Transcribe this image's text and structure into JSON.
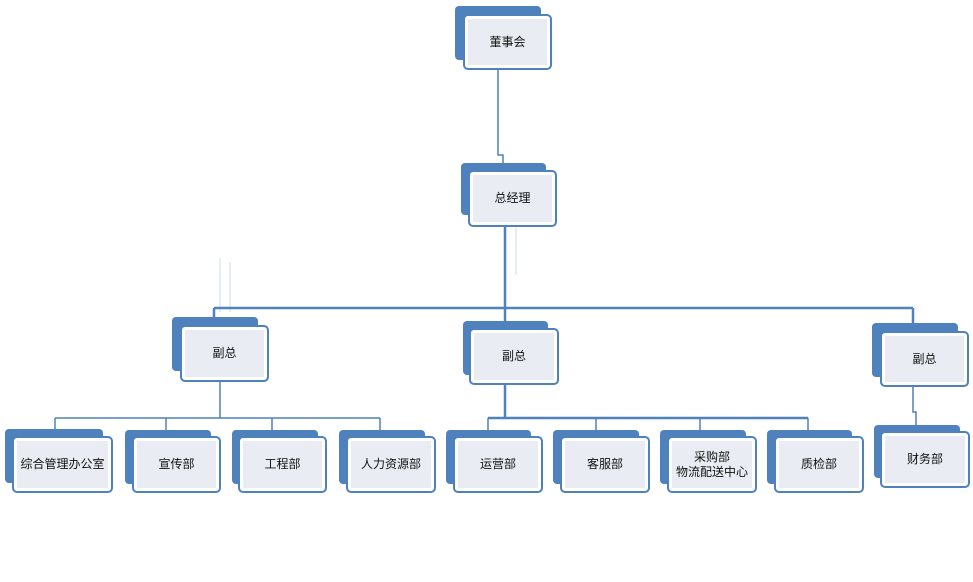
{
  "org_chart": {
    "board": "董事会",
    "general_manager": "总经理",
    "vp_left": "副总",
    "vp_center": "副总",
    "vp_right": "副总",
    "departments": {
      "admin_office": "综合管理办公室",
      "publicity": "宣传部",
      "engineering": "工程部",
      "human_resources": "人力资源部",
      "operations": "运营部",
      "customer_service": "客服部",
      "purchasing_line1": "采购部",
      "purchasing_line2": "物流配送中心",
      "quality": "质检部",
      "finance": "财务部"
    }
  },
  "colors": {
    "node_shadow": "#4f81bd",
    "node_border": "#4f81bd",
    "node_fill": "#e9edf3",
    "connector": "#4f81bd"
  }
}
